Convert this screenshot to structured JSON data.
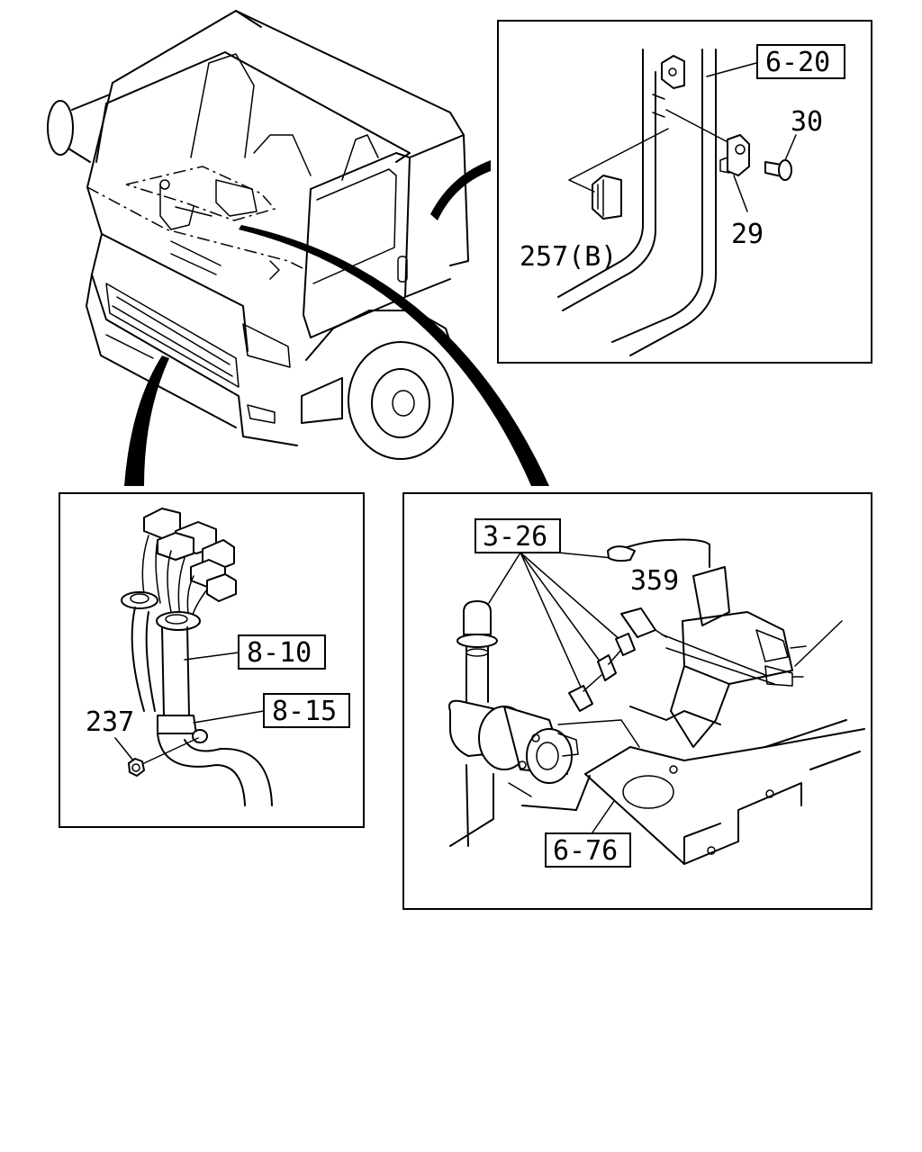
{
  "labels": {
    "ref_6_20": "6-20",
    "part_30": "30",
    "part_29": "29",
    "part_257b": "257(B)",
    "ref_8_10": "8-10",
    "ref_8_15": "8-15",
    "part_237": "237",
    "ref_3_26": "3-26",
    "part_359": "359",
    "ref_6_76": "6-76"
  }
}
